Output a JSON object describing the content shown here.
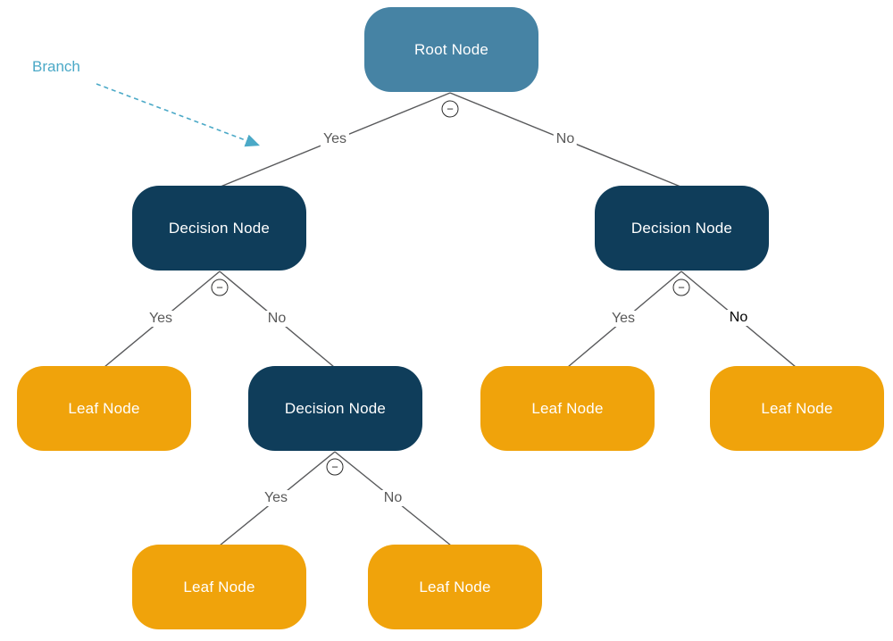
{
  "annotation": {
    "label": "Branch"
  },
  "icons": {
    "collapse_glyph": "−"
  },
  "colors": {
    "root_fill": "#4683A4",
    "decision_fill": "#0F3D5A",
    "leaf_fill": "#F0A30B",
    "node_text": "#FFFFFF",
    "edge_line": "#58595B",
    "edge_label": "#595959",
    "edge_label_emphasis": "#000000",
    "annotation_accent": "#4BA9C7"
  },
  "nodes": [
    {
      "id": "root",
      "type": "root",
      "label": "Root Node"
    },
    {
      "id": "decision-left",
      "type": "decision",
      "label": "Decision Node"
    },
    {
      "id": "decision-right",
      "type": "decision",
      "label": "Decision Node"
    },
    {
      "id": "decision-mid",
      "type": "decision",
      "label": "Decision Node"
    },
    {
      "id": "leaf-1",
      "type": "leaf",
      "label": "Leaf Node"
    },
    {
      "id": "leaf-2",
      "type": "leaf",
      "label": "Leaf Node"
    },
    {
      "id": "leaf-3",
      "type": "leaf",
      "label": "Leaf Node"
    },
    {
      "id": "leaf-4",
      "type": "leaf",
      "label": "Leaf Node"
    },
    {
      "id": "leaf-5",
      "type": "leaf",
      "label": "Leaf Node"
    }
  ],
  "edges": [
    {
      "from": "root",
      "to": "decision-left",
      "label": "Yes"
    },
    {
      "from": "root",
      "to": "decision-right",
      "label": "No"
    },
    {
      "from": "decision-left",
      "to": "leaf-1",
      "label": "Yes"
    },
    {
      "from": "decision-left",
      "to": "decision-mid",
      "label": "No"
    },
    {
      "from": "decision-right",
      "to": "leaf-2",
      "label": "Yes"
    },
    {
      "from": "decision-right",
      "to": "leaf-3",
      "label": "No",
      "emphasis": true
    },
    {
      "from": "decision-mid",
      "to": "leaf-4",
      "label": "Yes"
    },
    {
      "from": "decision-mid",
      "to": "leaf-5",
      "label": "No"
    }
  ]
}
